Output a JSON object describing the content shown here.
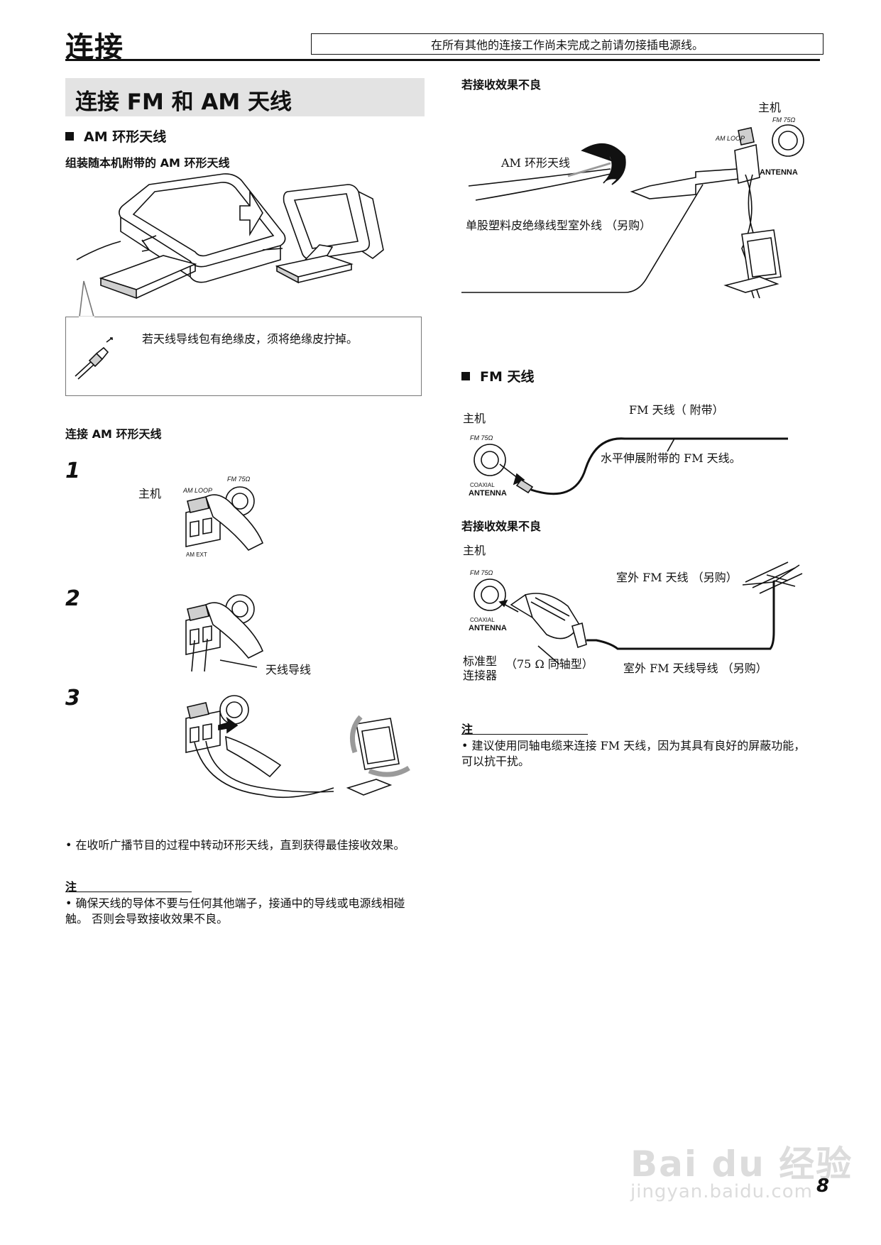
{
  "header": {
    "title": "连接",
    "warning": "在所有其他的连接工作尚未完成之前请勿接插电源线。"
  },
  "section": {
    "title": "连接 FM 和 AM 天线"
  },
  "am": {
    "heading": "AM 环形天线",
    "assemble_caption": "组装随本机附带的 AM 环形天线",
    "tip": "若天线导线包有绝缘皮，须将绝缘皮拧掉。",
    "connect_caption": "连接 AM 环形天线",
    "steps": [
      {
        "num": "1",
        "label": "主机"
      },
      {
        "num": "2",
        "label": "天线导线"
      },
      {
        "num": "3"
      }
    ],
    "bullet": "在收听广播节目的过程中转动环形天线，直到获得最佳接收效果。",
    "note_head": "注",
    "note": "确保天线的导体不要与任何其他端子，接通中的导线或电源线相碰触。 否则会导致接收效果不良。"
  },
  "am_poor": {
    "caption": "若接收效果不良",
    "main_unit": "主机",
    "loop_label": "AM 环形天线",
    "wire_label": "单股塑料皮绝缘线型室外线 （另购）"
  },
  "fm": {
    "heading": "FM 天线",
    "main_unit": "主机",
    "antenna_label": "FM 天线（ 附带）",
    "extend_label": "水平伸展附带的 FM 天线。",
    "poor_caption": "若接收效果不良",
    "main_unit2": "主机",
    "outdoor_label": "室外 FM 天线 （另购）",
    "connector_label": "标准型连接器",
    "coax_label": "（75 Ω 同轴型）",
    "lead_label": "室外 FM 天线导线 （另购）",
    "note_head": "注",
    "note": "建议使用同轴电缆来连接 FM 天线，因为其具有良好的屏蔽功能，可以抗干扰。"
  },
  "terminal_labels": {
    "am_loop": "AM LOOP",
    "am_ext": "AM EXT",
    "fm75": "FM 75Ω",
    "coaxial": "COAXIAL",
    "antenna": "ANTENNA"
  },
  "footer": {
    "page_number": "8",
    "watermark_logo": "Bai du 经验",
    "watermark_url": "jingyan.baidu.com"
  }
}
